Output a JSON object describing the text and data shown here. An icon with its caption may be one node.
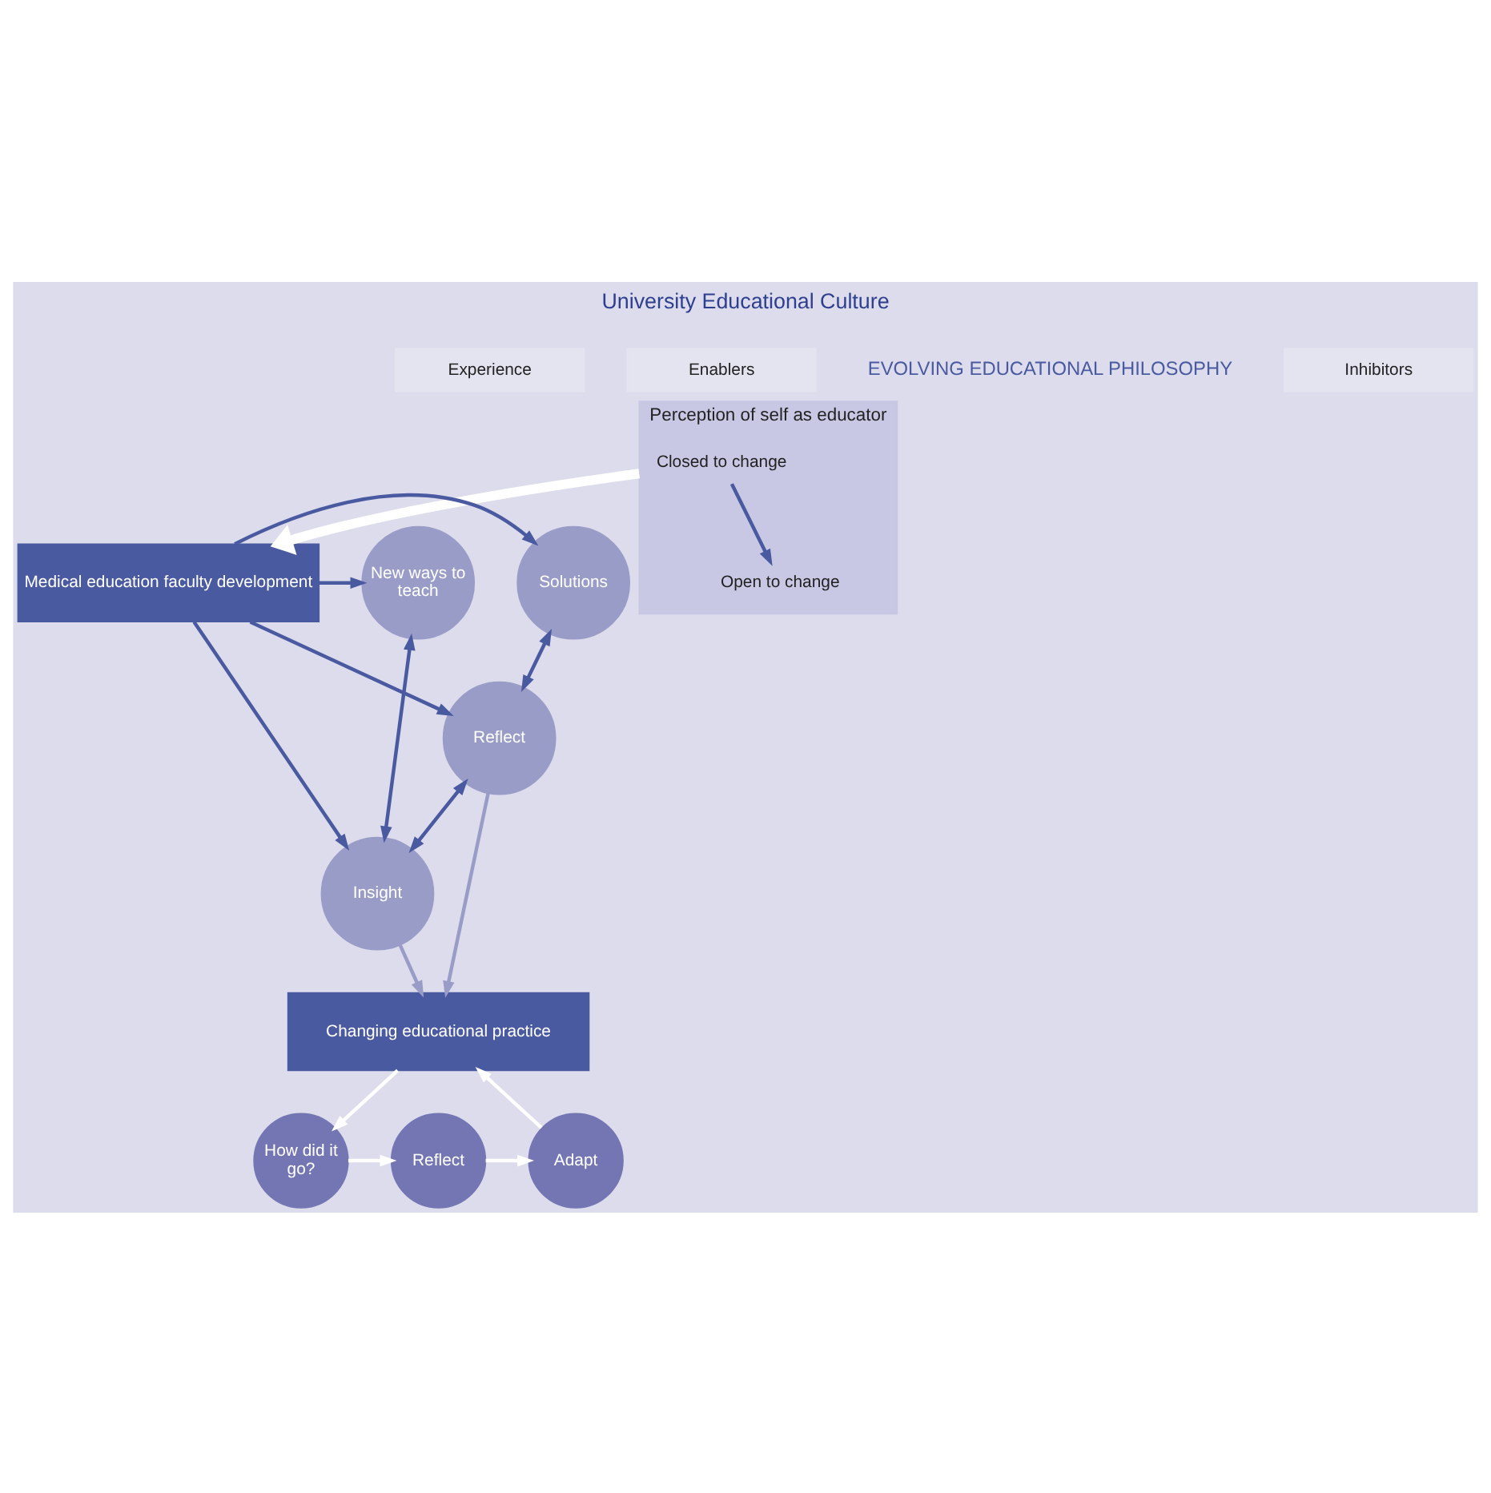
{
  "diagram": {
    "title": "University Educational Culture",
    "nodes": [
      {
        "text": [
          "Experience"
        ]
      },
      {
        "text": [
          "Enablers"
        ]
      },
      {
        "text": [
          "Inhibitors"
        ]
      },
      {
        "text": [
          "Perception of self as educator"
        ]
      },
      {
        "text": [
          "Closed to change"
        ],
        "in": 3
      },
      {
        "text": [
          "Open to change"
        ],
        "in": 3
      },
      {
        "text": [
          "Medical education faculty development"
        ]
      },
      {
        "text": [
          "Solutions"
        ]
      },
      {
        "text": [
          "New ways to teach"
        ]
      },
      {
        "text": [
          "Reflect"
        ]
      },
      {
        "text": [
          "Insight"
        ]
      },
      {
        "text": [
          "Changing educational practice"
        ]
      },
      {
        "text": [
          "How did it go?"
        ]
      },
      {
        "text": [
          "Reflect"
        ]
      },
      {
        "text": [
          "Adapt"
        ]
      }
    ],
    "edges": [
      {
        "from": 4,
        "to": 5,
        "arrow": "to"
      },
      {
        "from": 3,
        "to": 6,
        "arrow": "to",
        "style": "thick",
        "color": "#ffffff"
      },
      {
        "from": 6,
        "to": 7,
        "arrow": "to"
      },
      {
        "from": 6,
        "to": 8,
        "arrow": "to"
      },
      {
        "from": 6,
        "to": 9,
        "arrow": "to"
      },
      {
        "from": 6,
        "to": 10,
        "arrow": "to"
      },
      {
        "from": 7,
        "to": 9,
        "arrow": "both"
      },
      {
        "from": 9,
        "to": 10,
        "arrow": "both"
      },
      {
        "from": 10,
        "to": 8,
        "arrow": "both"
      },
      {
        "from": 9,
        "to": 11,
        "arrow": "to",
        "color": "#9a9cc8"
      },
      {
        "from": 10,
        "to": 11,
        "arrow": "to",
        "color": "#9a9cc8"
      },
      {
        "from": 11,
        "to": 12,
        "arrow": "to",
        "color": "#ffffff"
      },
      {
        "from": 12,
        "to": 13,
        "arrow": "to",
        "color": "#ffffff"
      },
      {
        "from": 13,
        "to": 14,
        "arrow": "to",
        "color": "#ffffff"
      },
      {
        "from": 14,
        "to": 11,
        "arrow": "to",
        "color": "#ffffff"
      }
    ],
    "labels": [
      "EVOLVING EDUCATIONAL PHILOSOPHY"
    ]
  }
}
